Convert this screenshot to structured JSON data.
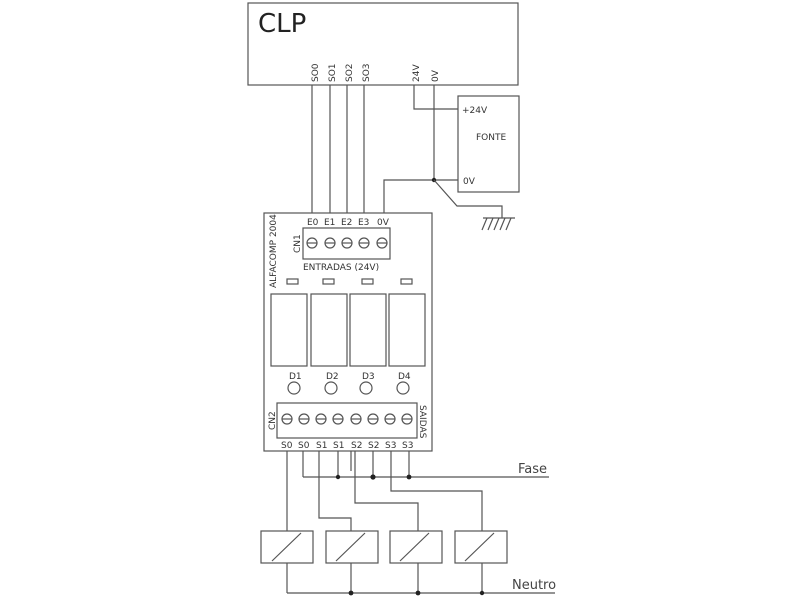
{
  "plc": {
    "title": "CLP",
    "outputs": [
      "SO0",
      "SO1",
      "SO2",
      "SO3"
    ],
    "supply": [
      "24V",
      "0V"
    ]
  },
  "power_supply": {
    "title": "FONTE",
    "positive": "+24V",
    "negative": "0V"
  },
  "board": {
    "brand": "ALFACOMP  2004",
    "input_connector": {
      "id": "CN1",
      "pins": [
        "E0",
        "E1",
        "E2",
        "E3",
        "0V"
      ],
      "caption": "ENTRADAS (24V)"
    },
    "relay_count": 4,
    "leds": [
      "D1",
      "D2",
      "D3",
      "D4"
    ],
    "output_connector": {
      "id": "CN2",
      "side_label": "SAIDAS",
      "pins": [
        "S0",
        "S0",
        "S1",
        "S1",
        "S2",
        "S2",
        "S3",
        "S3"
      ]
    }
  },
  "lines": {
    "phase": "Fase",
    "neutral": "Neutro"
  },
  "loads": {
    "count": 4
  }
}
